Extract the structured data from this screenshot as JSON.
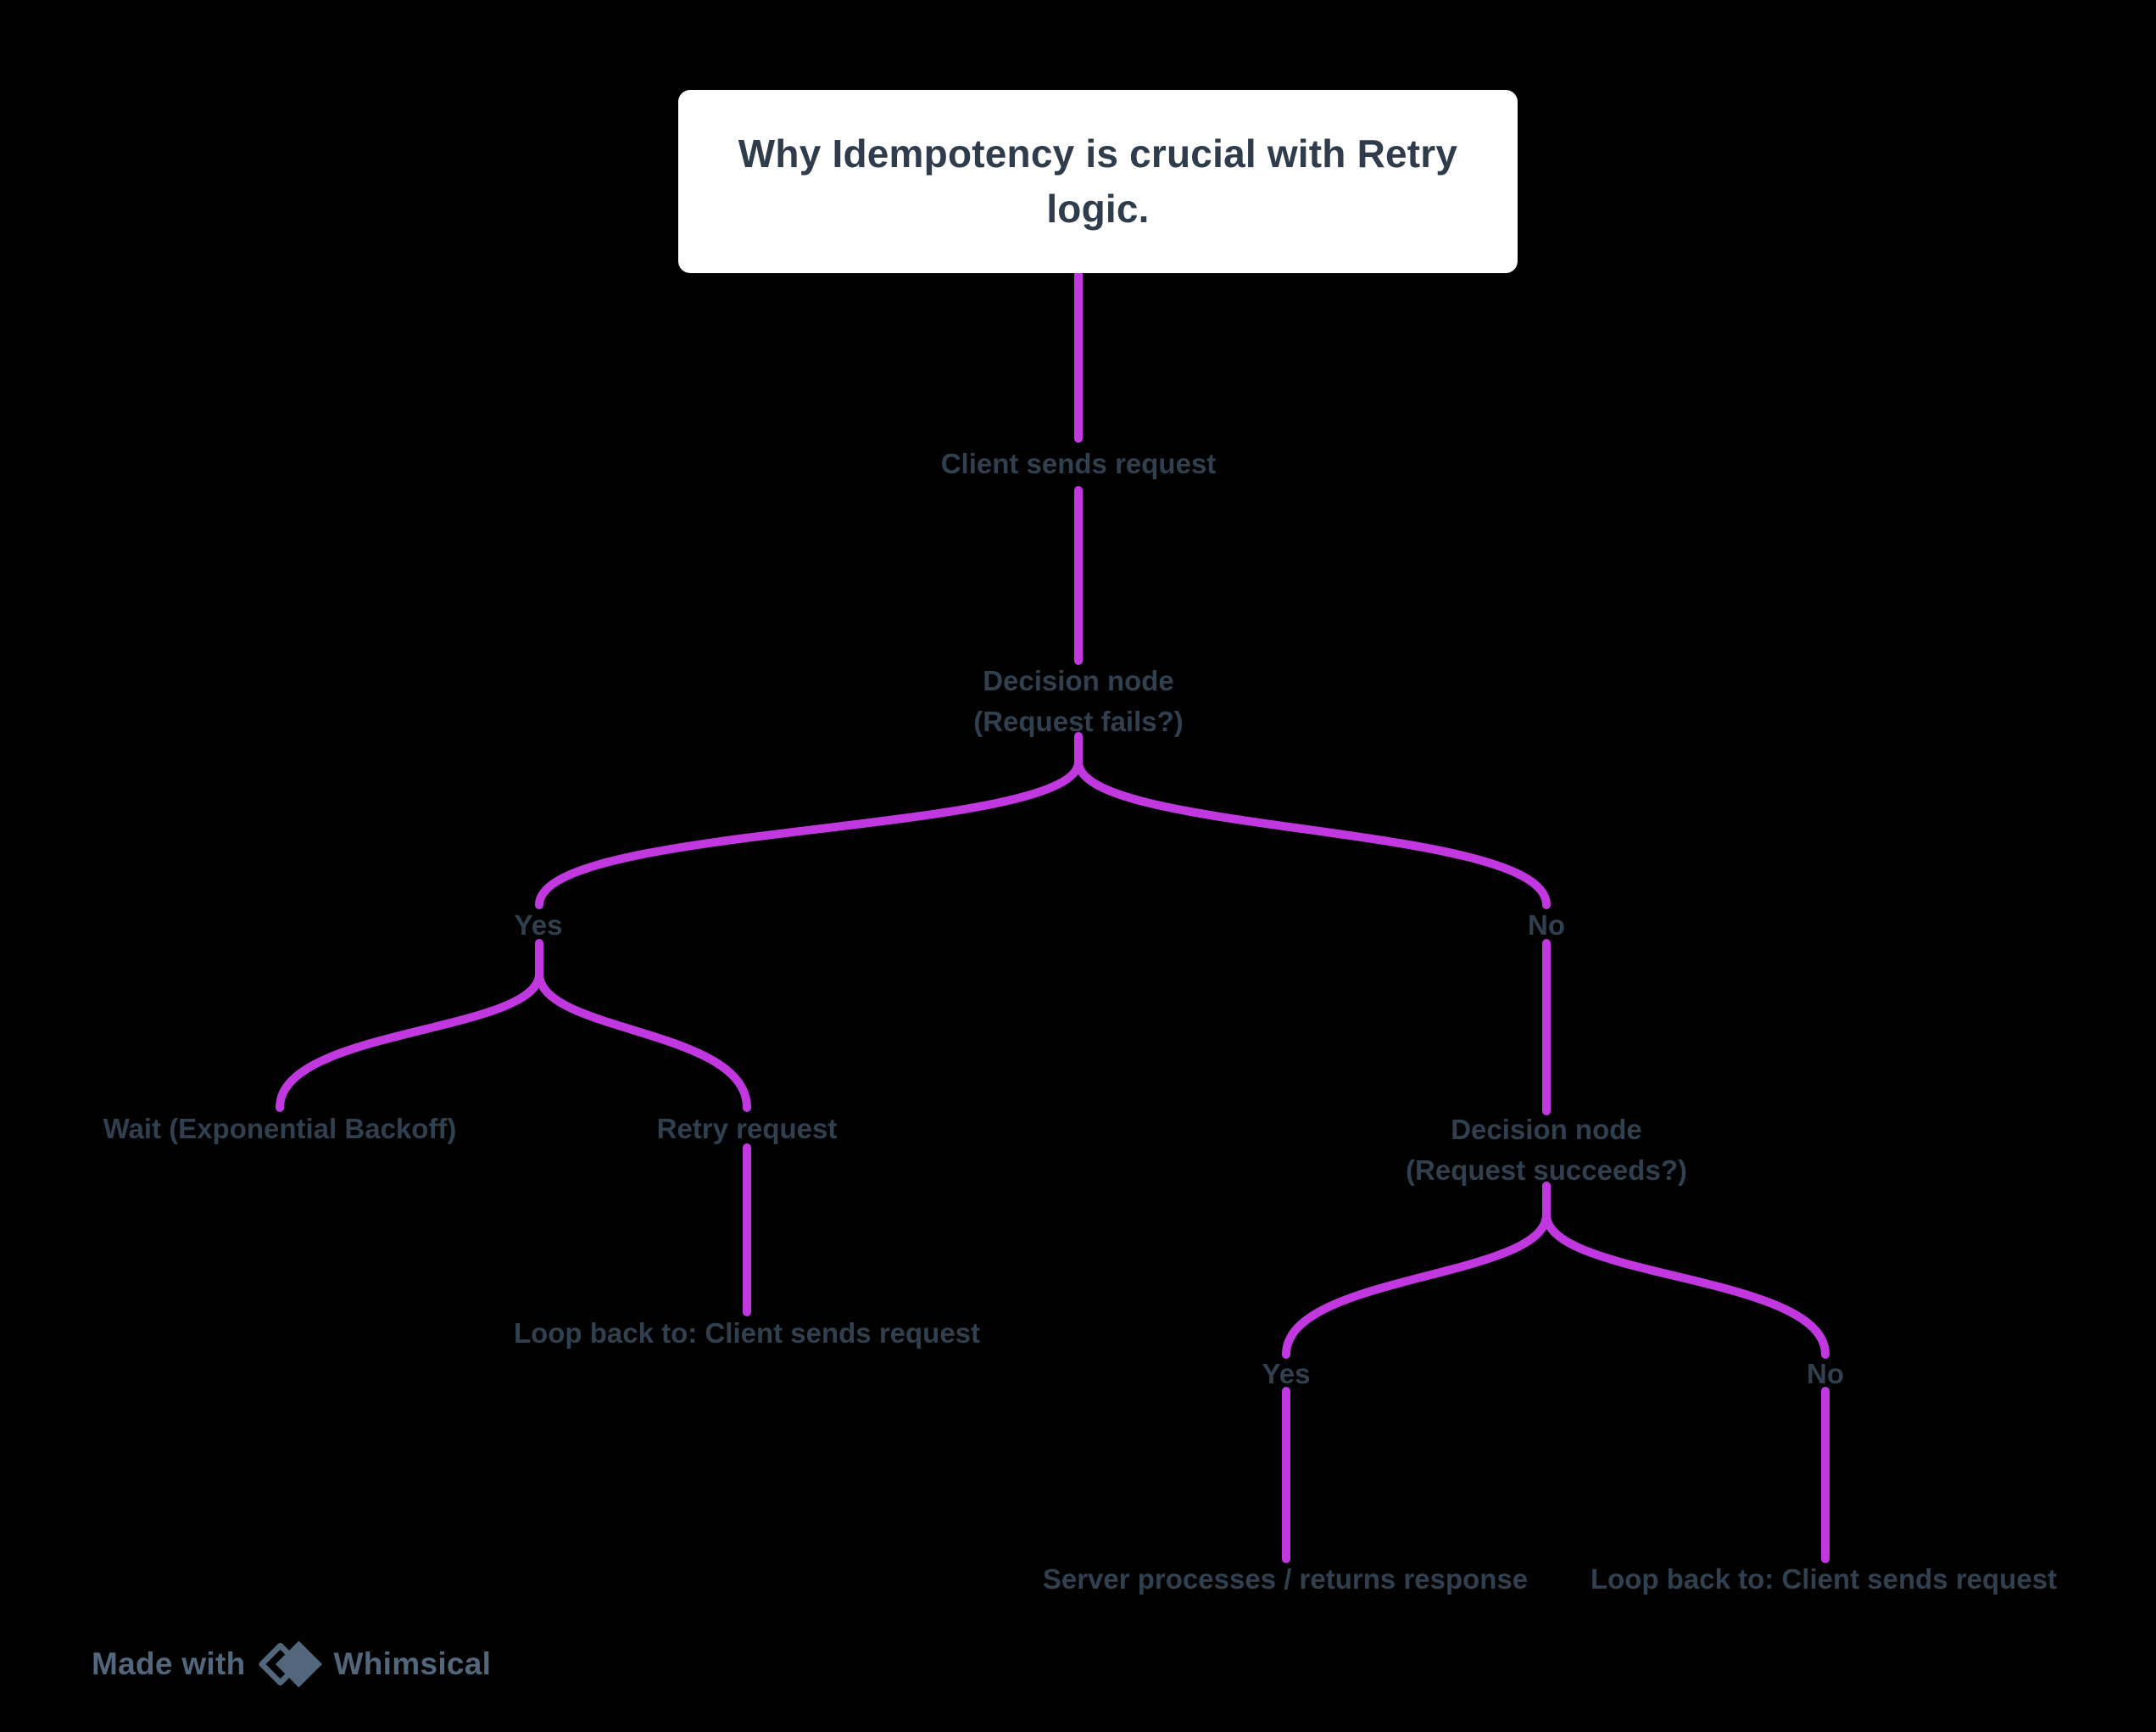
{
  "root": {
    "title": "Why Idempotency is crucial with Retry logic."
  },
  "nodes": {
    "client": {
      "label": "Client sends request"
    },
    "decision1": {
      "line1": "Decision node",
      "line2": "(Request fails?)"
    },
    "yes1": {
      "label": "Yes"
    },
    "no1": {
      "label": "No"
    },
    "wait": {
      "label": "Wait (Exponential Backoff)"
    },
    "retry": {
      "label": "Retry request"
    },
    "loop1": {
      "label": "Loop back to: Client sends request"
    },
    "decision2": {
      "line1": "Decision node",
      "line2": "(Request succeeds?)"
    },
    "yes2": {
      "label": "Yes"
    },
    "no2": {
      "label": "No"
    },
    "server": {
      "label": "Server processes / returns response"
    },
    "loop2": {
      "label": "Loop back to: Client sends request"
    }
  },
  "footer": {
    "made_with": "Made with",
    "brand": "Whimsical",
    "logo_icon": "whimsical-diamonds"
  },
  "colors": {
    "background": "#000000",
    "line": "#C238E0",
    "label": "#31404F",
    "title": "#2E3C4C",
    "box": "#FFFFFF",
    "footer": "#52677B"
  }
}
